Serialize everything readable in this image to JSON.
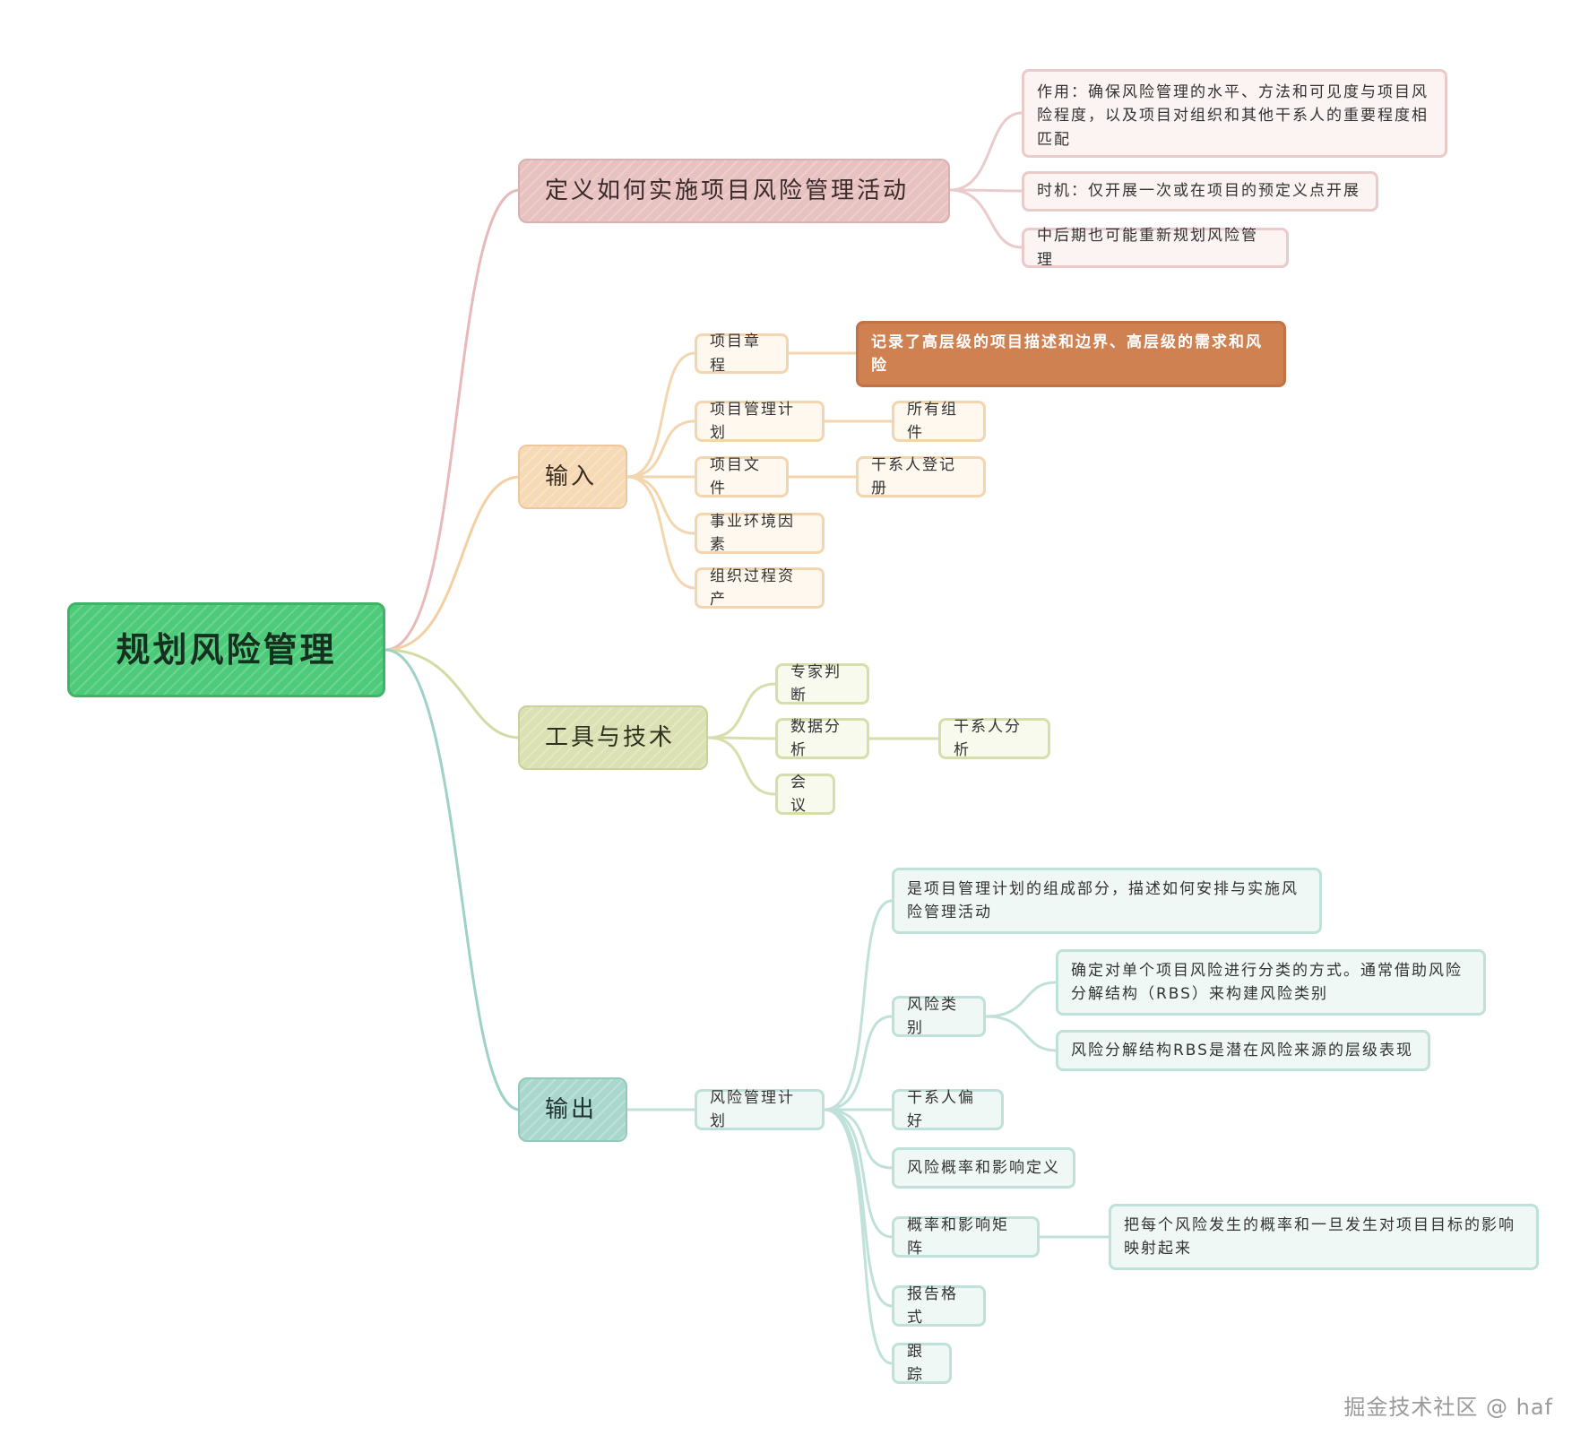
{
  "colors": {
    "branch_define": "#e8b9b9",
    "branch_input": "#f3cfa3",
    "branch_tools": "#d3dba4",
    "branch_output": "#9fd1c6",
    "highlight": "#cf8152",
    "root": "#4ecb7a"
  },
  "mindmap": {
    "root": "规划风险管理",
    "define": {
      "label": "定义如何实施项目风险管理活动",
      "items": [
        "作用：确保风险管理的水平、方法和可见度与项目风险程度，以及项目对组织和其他干系人的重要程度相匹配",
        "时机：仅开展一次或在项目的预定义点开展",
        "中后期也可能重新规划风险管理"
      ]
    },
    "inputs": {
      "label": "输入",
      "items": [
        {
          "label": "项目章程",
          "detail": "记录了高层级的项目描述和边界、高层级的需求和风险"
        },
        {
          "label": "项目管理计划",
          "detail": "所有组件"
        },
        {
          "label": "项目文件",
          "detail": "干系人登记册"
        },
        {
          "label": "事业环境因素"
        },
        {
          "label": "组织过程资产"
        }
      ]
    },
    "tools": {
      "label": "工具与技术",
      "items": [
        {
          "label": "专家判断"
        },
        {
          "label": "数据分析",
          "detail": "干系人分析"
        },
        {
          "label": "会议"
        }
      ]
    },
    "outputs": {
      "label": "输出",
      "plan": {
        "label": "风险管理计划",
        "items": [
          {
            "label": "是项目管理计划的组成部分，描述如何安排与实施风险管理活动"
          },
          {
            "label": "风险类别",
            "details": [
              "确定对单个项目风险进行分类的方式。通常借助风险分解结构（RBS）来构建风险类别",
              "风险分解结构RBS是潜在风险来源的层级表现"
            ]
          },
          {
            "label": "干系人偏好"
          },
          {
            "label": "风险概率和影响定义"
          },
          {
            "label": "概率和影响矩阵",
            "details": [
              "把每个风险发生的概率和一旦发生对项目目标的影响映射起来"
            ]
          },
          {
            "label": "报告格式"
          },
          {
            "label": "跟踪"
          }
        ]
      }
    }
  },
  "watermark": "掘金技术社区 @ haf"
}
